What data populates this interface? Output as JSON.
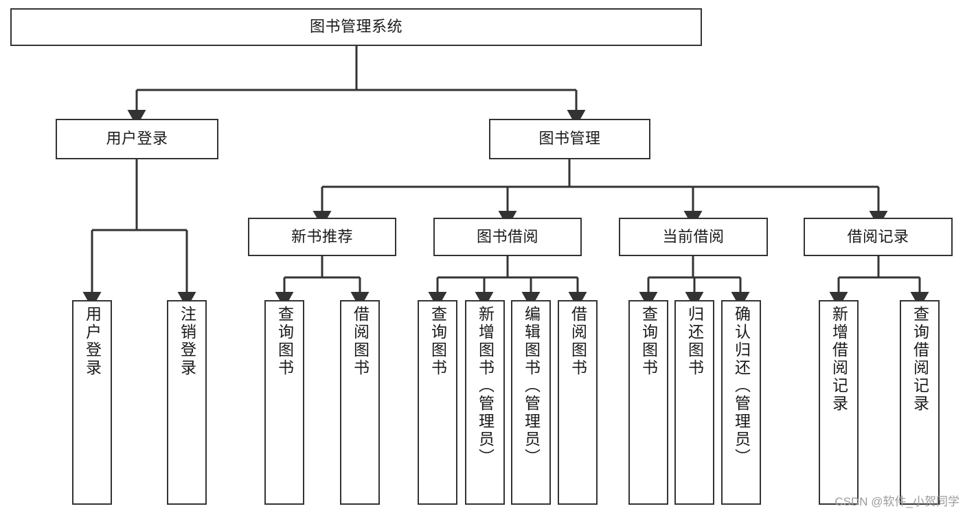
{
  "diagram": {
    "title": "图书管理系统",
    "type": "hierarchy-tree",
    "line_color": "#333333",
    "box_fill": "#ffffff",
    "text_color": "#1a1a1a",
    "root": {
      "label": "图书管理系统"
    },
    "level2": [
      {
        "label": "用户登录"
      },
      {
        "label": "图书管理"
      }
    ],
    "level3": [
      {
        "label": "新书推荐"
      },
      {
        "label": "图书借阅"
      },
      {
        "label": "当前借阅"
      },
      {
        "label": "借阅记录"
      }
    ],
    "leaves": {
      "user_login": [
        {
          "label": "用户登录"
        },
        {
          "label": "注销登录"
        }
      ],
      "new_book_recommend": [
        {
          "label": "查询图书"
        },
        {
          "label": "借阅图书"
        }
      ],
      "book_borrow": [
        {
          "label": "查询图书"
        },
        {
          "label": "新增图书（管理员）"
        },
        {
          "label": "编辑图书（管理员）"
        },
        {
          "label": "借阅图书"
        }
      ],
      "current_borrow": [
        {
          "label": "查询图书"
        },
        {
          "label": "归还图书"
        },
        {
          "label": "确认归还（管理员）"
        }
      ],
      "borrow_record": [
        {
          "label": "新增借阅记录"
        },
        {
          "label": "查询借阅记录"
        }
      ]
    }
  },
  "watermark": {
    "text": "CSDN @软件_小贺同学"
  }
}
